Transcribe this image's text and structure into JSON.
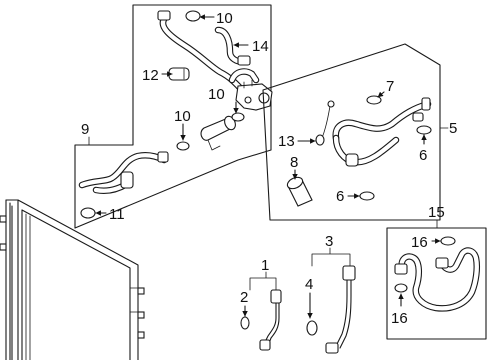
{
  "diagram": {
    "callouts": {
      "c1": "1",
      "c2": "2",
      "c3": "3",
      "c4": "4",
      "c5": "5",
      "c6a": "6",
      "c6b": "6",
      "c7": "7",
      "c8": "8",
      "c9": "9",
      "c10a": "10",
      "c10b": "10",
      "c10c": "10",
      "c11": "11",
      "c12": "12",
      "c13": "13",
      "c14": "14",
      "c15": "15",
      "c16a": "16",
      "c16b": "16"
    }
  }
}
